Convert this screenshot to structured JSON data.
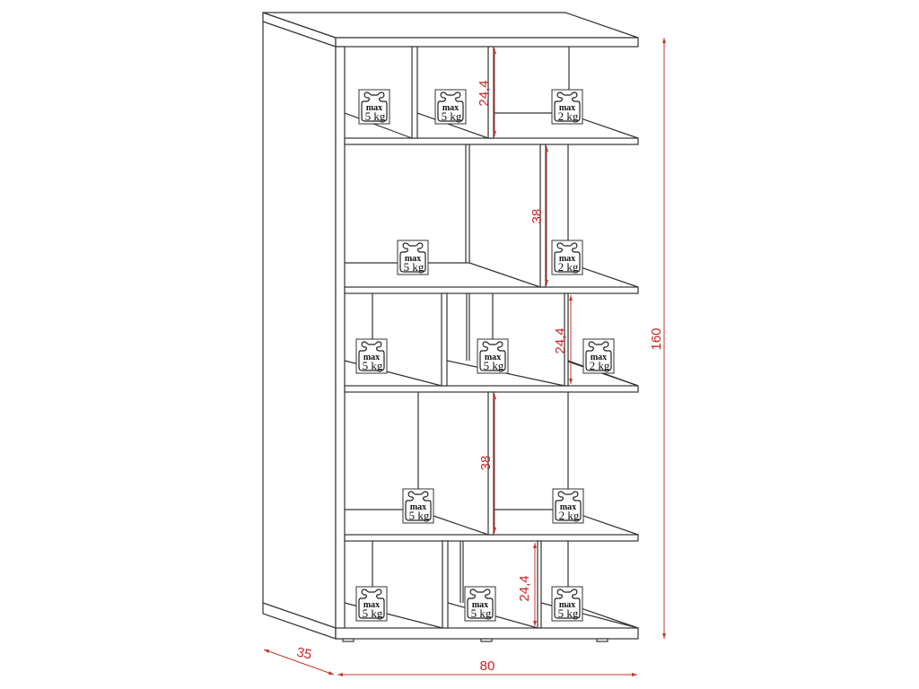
{
  "diagram": {
    "type": "shelf-dimension-drawing",
    "colors": {
      "outline": "#333333",
      "dimension": "#cc2222",
      "background": "#ffffff"
    },
    "dimensions": {
      "total_height": "160",
      "width": "80",
      "depth": "35",
      "compartment_row1": "24,4",
      "compartment_row2": "38",
      "compartment_row3": "24,4",
      "compartment_row4": "38",
      "compartment_row5": "24,4"
    },
    "load_badges": [
      {
        "row": 1,
        "position": "left",
        "max_label": "max",
        "load": "5 kg"
      },
      {
        "row": 1,
        "position": "middle",
        "max_label": "max",
        "load": "5 kg"
      },
      {
        "row": 1,
        "position": "right",
        "max_label": "max",
        "load": "2 kg"
      },
      {
        "row": 2,
        "position": "left",
        "max_label": "max",
        "load": "5 kg"
      },
      {
        "row": 2,
        "position": "right",
        "max_label": "max",
        "load": "2 kg"
      },
      {
        "row": 3,
        "position": "left",
        "max_label": "max",
        "load": "5 kg"
      },
      {
        "row": 3,
        "position": "middle",
        "max_label": "max",
        "load": "5 kg"
      },
      {
        "row": 3,
        "position": "right",
        "max_label": "max",
        "load": "2 kg"
      },
      {
        "row": 4,
        "position": "left",
        "max_label": "max",
        "load": "5 kg"
      },
      {
        "row": 4,
        "position": "right",
        "max_label": "max",
        "load": "2 kg"
      },
      {
        "row": 5,
        "position": "left",
        "max_label": "max",
        "load": "5 kg"
      },
      {
        "row": 5,
        "position": "middle",
        "max_label": "max",
        "load": "5 kg"
      },
      {
        "row": 5,
        "position": "right",
        "max_label": "max",
        "load": "5 kg"
      }
    ]
  }
}
